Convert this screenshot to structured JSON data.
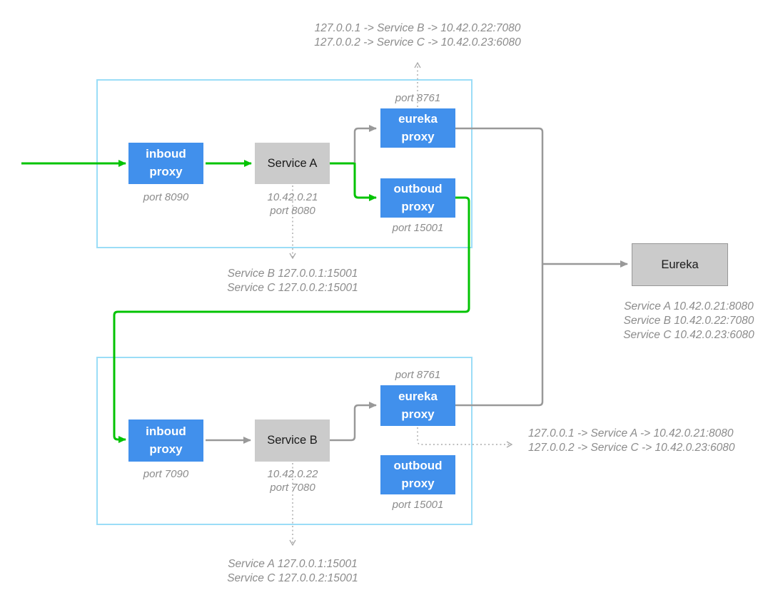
{
  "diagram": {
    "colors": {
      "proxy_blue": "#4190EC",
      "service_gray": "#CBCBCB",
      "container_border": "#9BDDF7",
      "flow_green": "#03C303",
      "line_gray": "#999999",
      "label_gray": "#8C8C8C"
    },
    "host_a": {
      "inbound_proxy": "inboud proxy",
      "inbound_port": "port 8090",
      "service": "Service A",
      "service_ip": "10.42.0.21",
      "service_port": "port 8080",
      "eureka_proxy": "eureka proxy",
      "eureka_proxy_port": "port 8761",
      "outbound_proxy": "outboud proxy",
      "outbound_proxy_port": "port 15001"
    },
    "host_b": {
      "inbound_proxy": "inboud proxy",
      "inbound_port": "port 7090",
      "service": "Service B",
      "service_ip": "10.42.0.22",
      "service_port": "port 7080",
      "eureka_proxy": "eureka proxy",
      "eureka_proxy_port": "port 8761",
      "outbound_proxy": "outboud proxy",
      "outbound_proxy_port": "port 15001"
    },
    "eureka": {
      "label": "Eureka",
      "registry": [
        "Service A 10.42.0.21:8080",
        "Service B 10.42.0.22:7080",
        "Service C 10.42.0.23:6080"
      ]
    },
    "annotations": {
      "host_a_outbound_routes": [
        "127.0.0.1 -> Service B -> 10.42.0.22:7080",
        "127.0.0.2 -> Service C -> 10.42.0.23:6080"
      ],
      "host_a_local_mappings": [
        "Service B 127.0.0.1:15001",
        "Service C 127.0.0.2:15001"
      ],
      "host_b_outbound_routes": [
        "127.0.0.1 -> Service A -> 10.42.0.21:8080",
        "127.0.0.2 -> Service C -> 10.42.0.23:6080"
      ],
      "host_b_local_mappings": [
        "Service A 127.0.0.1:15001",
        "Service C 127.0.0.2:15001"
      ]
    }
  }
}
